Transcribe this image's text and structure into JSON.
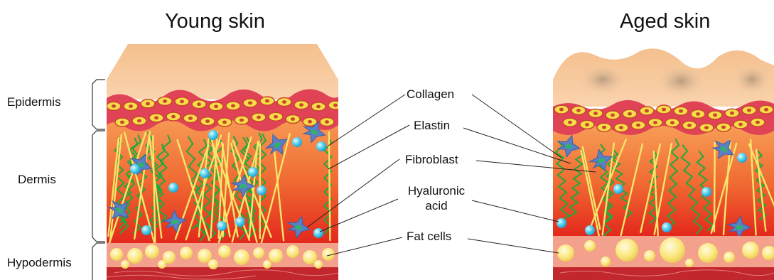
{
  "titles": {
    "young": "Young skin",
    "aged": "Aged skin"
  },
  "layers": {
    "epidermis": "Epidermis",
    "dermis": "Dermis",
    "hypodermis": "Hypodermis"
  },
  "components": {
    "collagen": "Collagen",
    "elastin": "Elastin",
    "fibroblast": "Fibroblast",
    "hyaluronic_line1": "Hyaluronic",
    "hyaluronic_line2": "acid",
    "fat_cells": "Fat cells"
  },
  "colors": {
    "skin_surface": "#f7c89a",
    "epidermis_band": "#e0475a",
    "cell_fill": "#f6e04a",
    "dermis_top": "#f79a55",
    "dermis_bottom": "#e8301e",
    "collagen_fiber": "#f5e46a",
    "elastin_fiber": "#22a83a",
    "fibroblast": "#5b7fc4",
    "hyaluronic": "#3ec4e8",
    "fat_band": "#f3a08c",
    "fat_cell": "#fbe87a",
    "subcutis": "#c2272d"
  }
}
